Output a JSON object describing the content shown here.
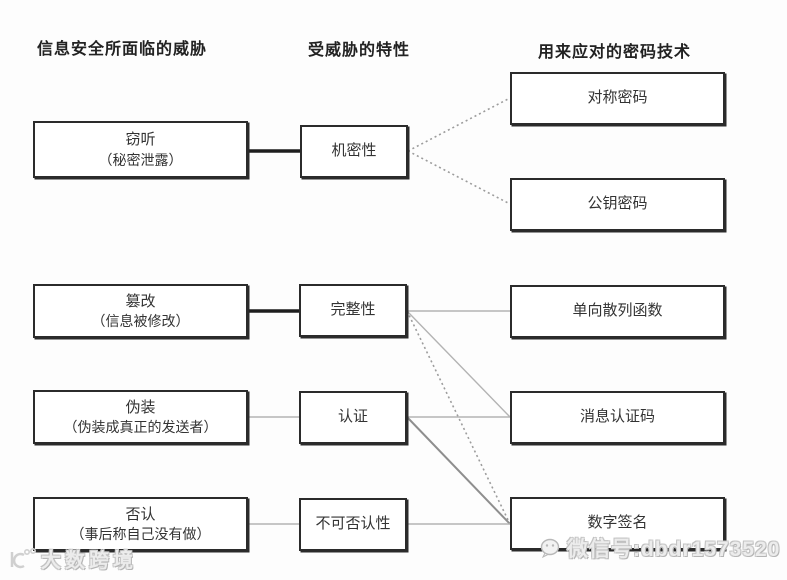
{
  "diagram": {
    "columns": [
      {
        "id": "threats",
        "header": "信息安全所面临的威胁"
      },
      {
        "id": "properties",
        "header": "受威胁的特性"
      },
      {
        "id": "techniques",
        "header": "用来应对的密码技术"
      }
    ],
    "nodes": {
      "eavesdropping": {
        "title": "窃听",
        "subtitle": "（秘密泄露）"
      },
      "tampering": {
        "title": "篡改",
        "subtitle": "（信息被修改）"
      },
      "spoofing": {
        "title": "伪装",
        "subtitle": "（伪装成真正的发送者）"
      },
      "repudiation": {
        "title": "否认",
        "subtitle": "（事后称自己没有做）"
      },
      "confidentiality": {
        "title": "机密性"
      },
      "integrity": {
        "title": "完整性"
      },
      "authentication": {
        "title": "认证"
      },
      "non_repudiation": {
        "title": "不可否认性"
      },
      "symmetric_crypto": {
        "title": "对称密码"
      },
      "public_key_crypto": {
        "title": "公钥密码"
      },
      "one_way_hash": {
        "title": "单向散列函数"
      },
      "mac": {
        "title": "消息认证码"
      },
      "digital_signature": {
        "title": "数字签名"
      }
    },
    "connections": [
      {
        "from": "eavesdropping",
        "to": "confidentiality",
        "style": "thick"
      },
      {
        "from": "tampering",
        "to": "integrity",
        "style": "thick"
      },
      {
        "from": "spoofing",
        "to": "authentication",
        "style": "thin"
      },
      {
        "from": "repudiation",
        "to": "non_repudiation",
        "style": "thin"
      },
      {
        "from": "confidentiality",
        "to": "symmetric_crypto",
        "style": "dotted"
      },
      {
        "from": "confidentiality",
        "to": "public_key_crypto",
        "style": "dotted"
      },
      {
        "from": "integrity",
        "to": "one_way_hash",
        "style": "thin"
      },
      {
        "from": "integrity",
        "to": "mac",
        "style": "thin"
      },
      {
        "from": "integrity",
        "to": "digital_signature",
        "style": "dotted"
      },
      {
        "from": "authentication",
        "to": "mac",
        "style": "thin"
      },
      {
        "from": "authentication",
        "to": "digital_signature",
        "style": "medium"
      },
      {
        "from": "non_repudiation",
        "to": "digital_signature",
        "style": "thin"
      }
    ]
  },
  "watermarks": {
    "brand": {
      "icon": "dashu-logo-icon",
      "text": "大数跨境"
    },
    "wechat": {
      "icon": "wechat-icon",
      "text": "微信号:dbdr1573520"
    }
  },
  "colors": {
    "background": "#fdfdfd",
    "box_border": "#2b2b2b",
    "text": "#333333",
    "edge_thick": "#1e1e1e",
    "edge_thin": "#b3b3b3",
    "edge_medium": "#8e8e8e",
    "edge_dotted": "#9c9c9c",
    "watermark": "#c9c9c9"
  }
}
